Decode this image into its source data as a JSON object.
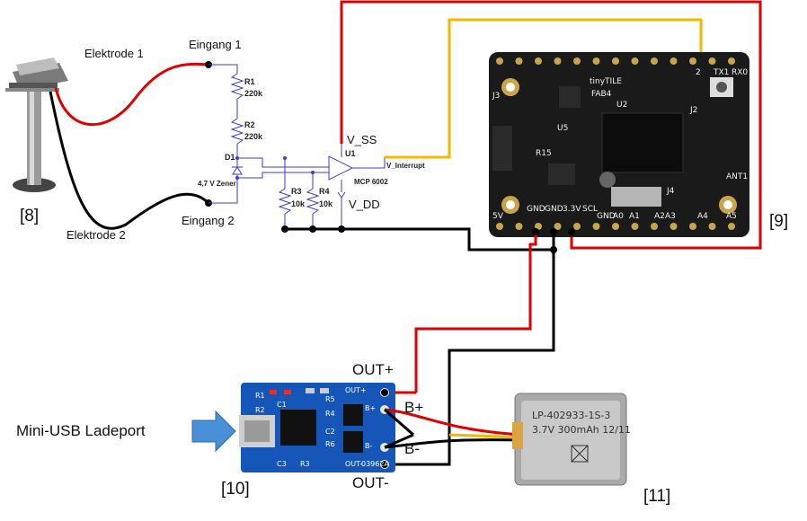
{
  "labels": {
    "elektrode1": "Elektrode 1",
    "elektrode2": "Elektrode 2",
    "eingang1": "Eingang 1",
    "eingang2": "Eingang 2",
    "ref8": "[8]",
    "ref9": "[9]",
    "ref10": "[10]",
    "ref11": "[11]",
    "usb_port": "Mini-USB Ladeport",
    "out_plus": "OUT+",
    "out_minus": "OUT-",
    "b_plus": "B+",
    "b_minus": "B-"
  },
  "schematic": {
    "r1": "R1",
    "r1_val": "220k",
    "r2": "R2",
    "r2_val": "220k",
    "d1": "D1",
    "d1_val": "4,7 V Zener",
    "r3": "R3",
    "r3_val": "10k",
    "r4": "R4",
    "r4_val": "10k",
    "u1": "U1",
    "u1_val": "MCP 6002",
    "vss": "V_SS",
    "vdd": "V_DD",
    "vint": "V_Interrupt"
  },
  "board": {
    "name": "tinyTILE",
    "pins_bottom": [
      "5V",
      "GND",
      "GND",
      "3.3V",
      "SCL",
      "GND",
      "A0",
      "A1",
      "A2",
      "A3",
      "A4",
      "A5"
    ],
    "pins_top": [
      "2",
      "TX1",
      "RX0"
    ],
    "misc": [
      "J3",
      "FAB4",
      "U2",
      "J2",
      "ANT1",
      "J4",
      "R15",
      "U5"
    ]
  },
  "charger": {
    "silk": [
      "OUT+",
      "B+",
      "B-",
      "OUT-",
      "C3",
      "R3",
      "R5",
      "C2",
      "R6",
      "R2",
      "R4",
      "C1",
      "R1",
      "03962A"
    ]
  },
  "battery": {
    "line1": "LP-402933-1S-3",
    "line2": "3.7V 300mAh 12/11"
  },
  "colors": {
    "red_wire": "#e00000",
    "black_wire": "#000000",
    "yellow_wire": "#f5b800",
    "board_black": "#1a1a1a",
    "charger_blue": "#1556b8",
    "arrow_blue": "#4a90d9",
    "schematic_line": "#3b3bd1"
  }
}
